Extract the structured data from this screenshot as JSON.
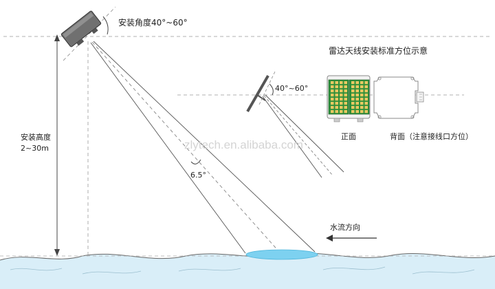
{
  "labels": {
    "install_angle_top": "安装角度40°~60°",
    "install_angle_mid": "40°~60°",
    "install_height_title": "安装高度",
    "install_height_range": "2~30m",
    "beam_angle": "6.5°",
    "orientation_title": "雷达天线安装标准方位示意",
    "front_label": "正面",
    "back_label": "背面（注意接线口方位）",
    "flow_direction": "水流方向",
    "watermark": "zlytech.en.alibaba.com"
  },
  "colors": {
    "line": "#555555",
    "dashed": "#888888",
    "water": "#d9eef8",
    "footprint": "#7dd1f0",
    "board_green": "#2f8f3a",
    "board_cell": "#e8c862",
    "radar_body": "#6f6f6f"
  },
  "icons": {
    "radar_top": "radar-sensor-icon",
    "radar_mid": "radar-panel-icon",
    "front": "antenna-front-board",
    "back": "antenna-back-housing",
    "flow": "arrow-left-icon"
  }
}
